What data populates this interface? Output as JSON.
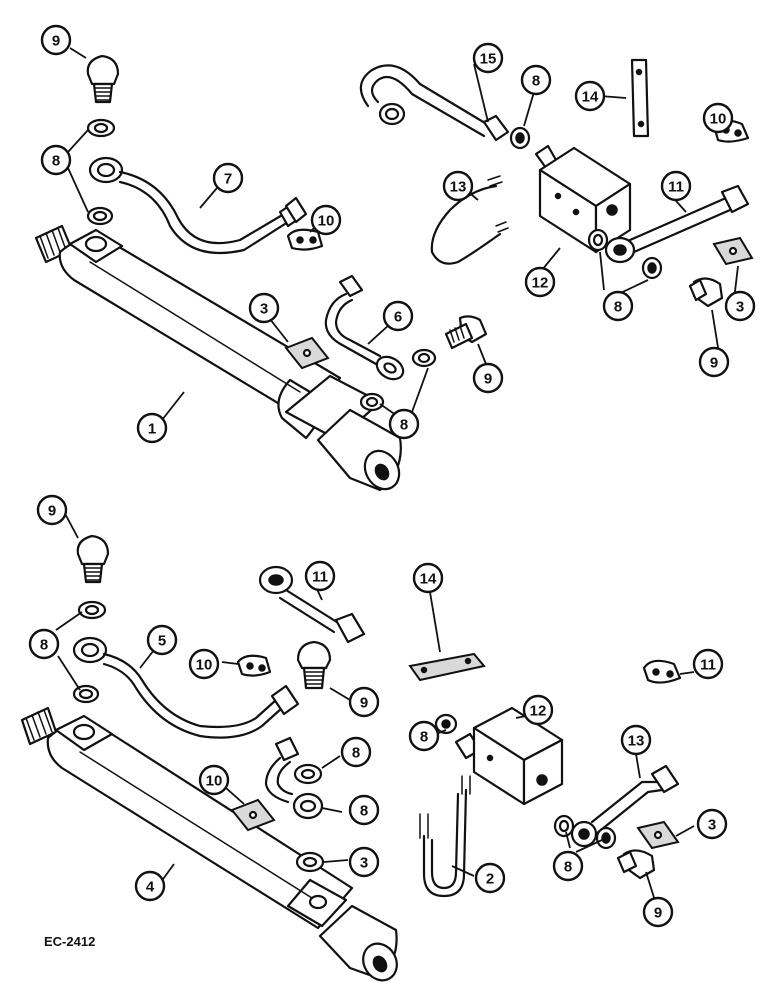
{
  "drawing_code": "EC-2412",
  "callouts": [
    "9",
    "8",
    "7",
    "1",
    "3",
    "6",
    "10",
    "15",
    "8",
    "14",
    "10",
    "13",
    "11",
    "12",
    "8",
    "3",
    "9",
    "9",
    "8",
    "9",
    "8",
    "5",
    "10",
    "9",
    "11",
    "14",
    "8",
    "12",
    "10",
    "8",
    "3",
    "4",
    "2",
    "13",
    "11",
    "8",
    "3",
    "9",
    "8"
  ]
}
